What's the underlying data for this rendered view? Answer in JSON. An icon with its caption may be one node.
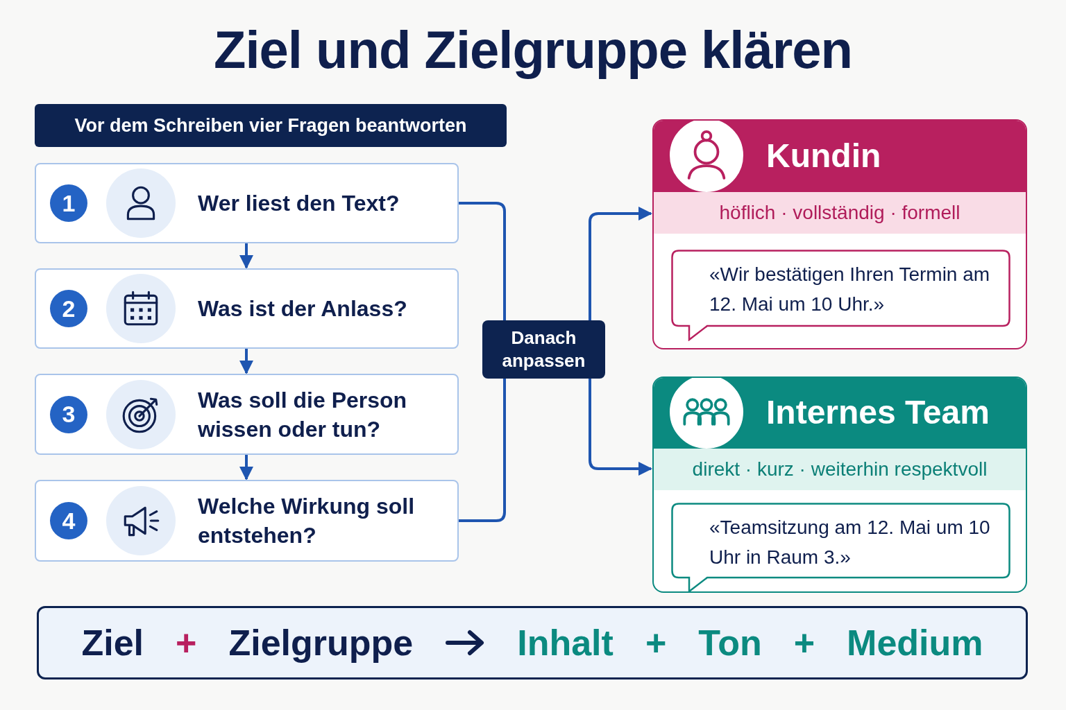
{
  "diagram": {
    "title": "Ziel und Zielgruppe klären",
    "nodes": [
      {
        "text": [
          "Vor dem Schreiben vier Fragen beantworten"
        ]
      },
      {
        "text": [
          "1",
          "Wer liest den Text?"
        ]
      },
      {
        "text": [
          "2",
          "Was ist der Anlass?"
        ]
      },
      {
        "text": [
          "3",
          "Was soll die Person wissen oder tun?"
        ]
      },
      {
        "text": [
          "4",
          "Welche Wirkung soll entstehen?"
        ]
      },
      {
        "text": [
          "Danach anpassen"
        ]
      },
      {
        "text": [
          "Kundin",
          "höflich · vollständig · formell"
        ]
      },
      {
        "text": [
          "«Wir bestätigen Ihren Termin am 12. Mai um 10 Uhr.»"
        ],
        "in": 6
      },
      {
        "text": [
          "Internes Team",
          "direkt · kurz · weiterhin respektvoll"
        ]
      },
      {
        "text": [
          "«Teamsitzung am 12. Mai um 10 Uhr in Raum 3.»"
        ],
        "in": 8
      },
      {
        "text": [
          "Ziel",
          "+",
          "Zielgruppe",
          "Inhalt",
          "+",
          "Ton",
          "+",
          "Medium"
        ]
      }
    ],
    "edges": [
      {
        "from": 1,
        "to": 2,
        "arrow": "to"
      },
      {
        "from": 2,
        "to": 3,
        "arrow": "to"
      },
      {
        "from": 3,
        "to": 4,
        "arrow": "to"
      },
      {
        "from": 1,
        "to": 5,
        "arrow": "none"
      },
      {
        "from": 4,
        "to": 5,
        "arrow": "none"
      },
      {
        "from": 5,
        "to": 6,
        "arrow": "to"
      },
      {
        "from": 5,
        "to": 8,
        "arrow": "to"
      }
    ]
  }
}
